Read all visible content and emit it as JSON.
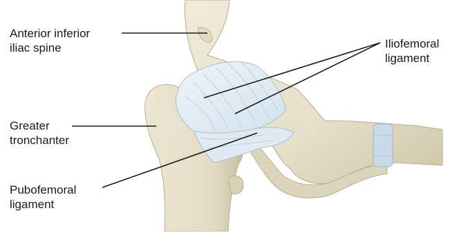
{
  "labels": {
    "anterior_inferior_iliac_spine": {
      "line1": "Anterior inferior",
      "line2": "iliac spine"
    },
    "iliofemoral_ligament": {
      "line1": "Iliofemoral",
      "line2": "ligament"
    },
    "greater_trochanter": {
      "line1": "Greater",
      "line2": "tronchanter"
    },
    "pubofemoral_ligament": {
      "line1": "Pubofemoral",
      "line2": "ligament"
    }
  },
  "colors": {
    "bone": "#e8e2cf",
    "bone_shadow": "#cfc6a8",
    "ligament": "#dde9f2",
    "ligament_fiber": "#b9cde0",
    "leader_line": "#1a1a1a"
  }
}
